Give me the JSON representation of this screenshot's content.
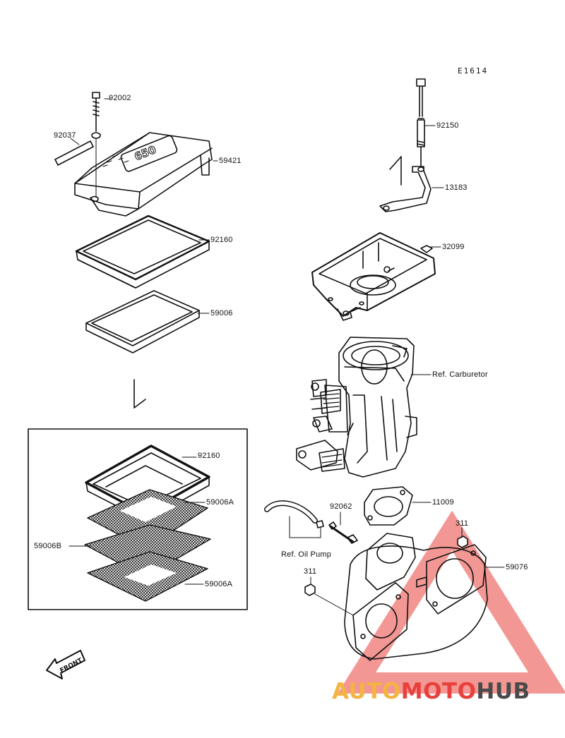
{
  "diagram_code": "E1614",
  "labels": {
    "p92002": "92002",
    "p92037": "92037",
    "p59421": "59421",
    "p92160_top": "92160",
    "p59006": "59006",
    "p92150": "92150",
    "p13183": "13183",
    "p32099": "32099",
    "ref_carburetor": "Ref. Carburetor",
    "p92160_box": "92160",
    "p59006A_top": "59006A",
    "p59006B": "59006B",
    "p59006A_bottom": "59006A",
    "p11009": "11009",
    "p92062": "92062",
    "p311_right": "311",
    "ref_oil_pump": "Ref. Oil Pump",
    "p311_left": "311",
    "p59076": "59076"
  },
  "front_arrow": "FRONT",
  "cover_lettering": "650",
  "watermark": {
    "part1": "AUTO",
    "part2": "MOTO",
    "part3": "HUB"
  },
  "colors": {
    "ink": "#111111",
    "watermark_red": "#e8413c",
    "watermark_orange": "#f4b342",
    "watermark_gray": "#4a4a4a"
  }
}
